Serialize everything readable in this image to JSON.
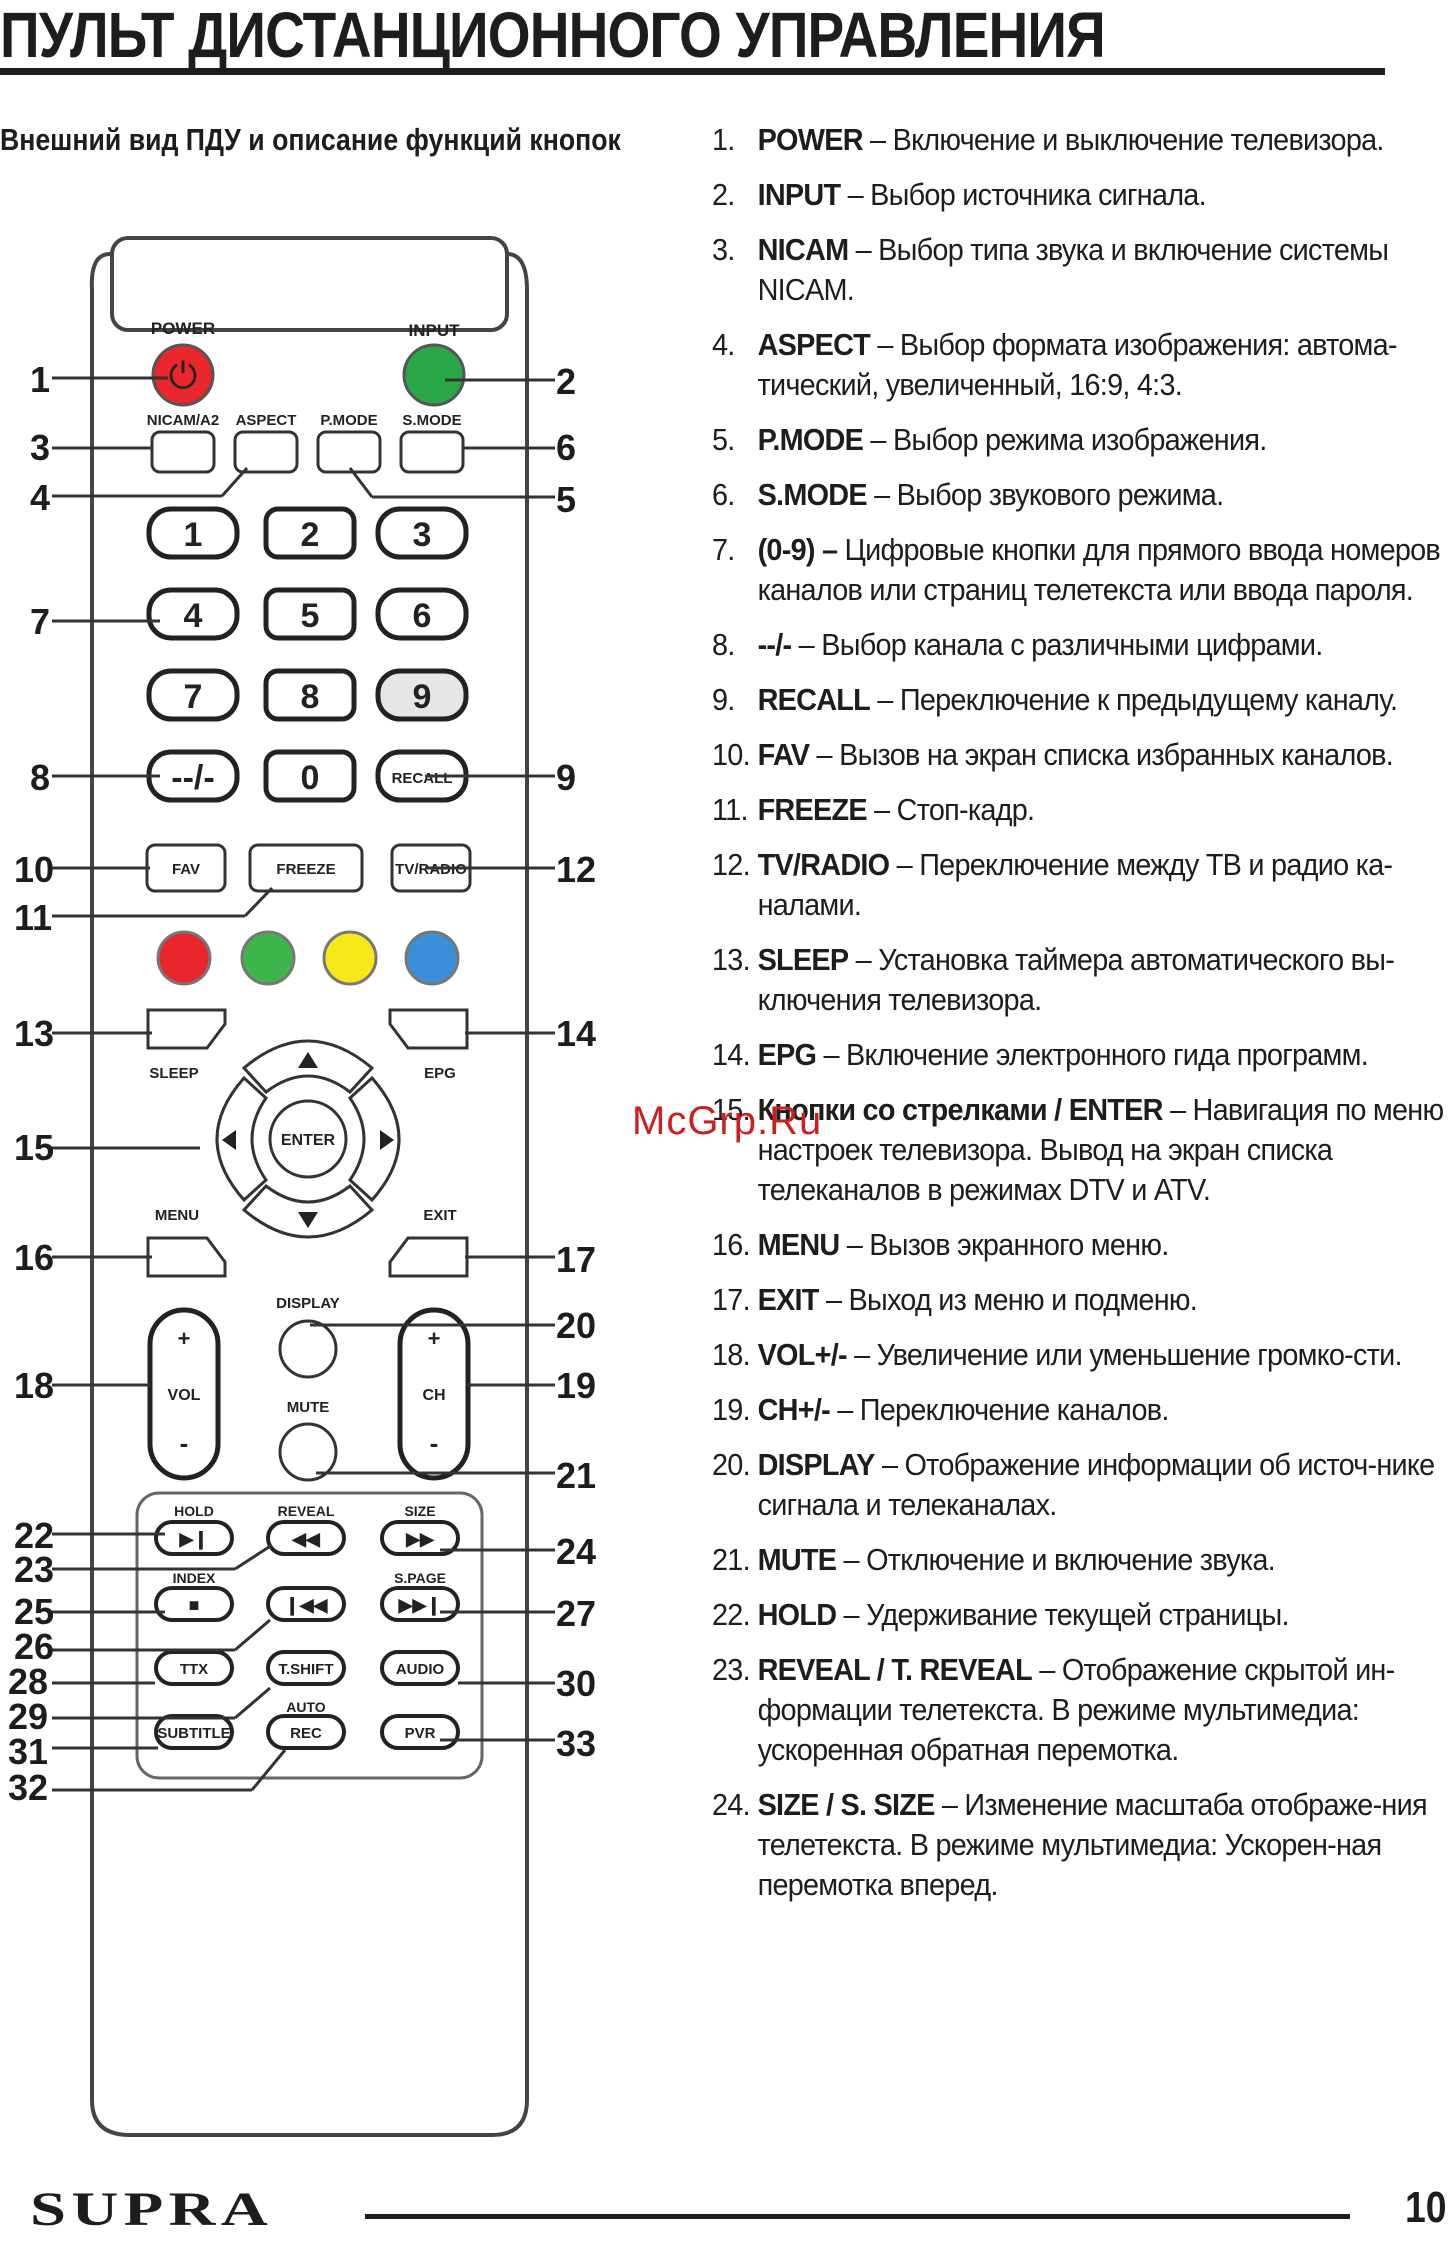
{
  "page": {
    "title": "ПУЛЬТ ДИСТАНЦИОННОГО УПРАВЛЕНИЯ",
    "subtitle": "Внешний вид ПДУ и описание функций кнопок",
    "watermark": "McGrp.Ru",
    "brand": "SUPRA",
    "page_number": "10"
  },
  "remote": {
    "labels": {
      "power": "POWER",
      "input": "INPUT",
      "nicam": "NICAM/A2",
      "aspect": "ASPECT",
      "pmode": "P.MODE",
      "smode": "S.MODE",
      "sleep": "SLEEP",
      "epg": "EPG",
      "menu": "MENU",
      "exit": "EXIT",
      "display": "DISPLAY",
      "mute": "MUTE",
      "hold": "HOLD",
      "reveal": "REVEAL",
      "size": "SIZE",
      "index": "INDEX",
      "spage": "S.PAGE",
      "auto": "AUTO"
    },
    "buttons": {
      "d1": "1",
      "d2": "2",
      "d3": "3",
      "d4": "4",
      "d5": "5",
      "d6": "6",
      "d7": "7",
      "d8": "8",
      "d9": "9",
      "dash": "--/-",
      "d0": "0",
      "recall": "RECALL",
      "fav": "FAV",
      "freeze": "FREEZE",
      "tvradio": "TV/RADIO",
      "enter": "ENTER",
      "vol": "VOL",
      "ch": "CH",
      "plus": "+",
      "minus": "-",
      "ttx": "TTX",
      "tshift": "T.SHIFT",
      "audio": "AUDIO",
      "subtitle": "SUBTITLE",
      "rec": "REC",
      "pvr": "PVR"
    },
    "callouts": {
      "c1": "1",
      "c2": "2",
      "c3": "3",
      "c4": "4",
      "c5": "5",
      "c6": "6",
      "c7": "7",
      "c8": "8",
      "c9": "9",
      "c10": "10",
      "c11": "11",
      "c12": "12",
      "c13": "13",
      "c14": "14",
      "c15": "15",
      "c16": "16",
      "c17": "17",
      "c18": "18",
      "c19": "19",
      "c20": "20",
      "c21": "21",
      "c22": "22",
      "c23": "23",
      "c24": "24",
      "c25": "25",
      "c26": "26",
      "c27": "27",
      "c28": "28",
      "c29": "29",
      "c30": "30",
      "c31": "31",
      "c32": "32",
      "c33": "33"
    },
    "colors": {
      "power": "#e8262b",
      "input": "#2aa746",
      "red": "#e8262b",
      "green": "#3db54a",
      "yellow": "#f7e81c",
      "blue": "#3b8fd8"
    }
  },
  "functions": [
    {
      "num": "1.",
      "key": "POWER",
      "text": " – Включение и выключение телевизора."
    },
    {
      "num": "2.",
      "key": "INPUT",
      "text": " – Выбор источника сигнала."
    },
    {
      "num": "3.",
      "key": "NICAM",
      "text": " – Выбор типа звука и включение системы NICAM."
    },
    {
      "num": "4.",
      "key": "ASPECT",
      "text": " – Выбор формата изображения: автома-тический, увеличенный, 16:9, 4:3."
    },
    {
      "num": "5.",
      "key": "P.MODE",
      "text": " – Выбор режима изображения."
    },
    {
      "num": "6.",
      "key": "S.MODE",
      "text": " – Выбор звукового режима."
    },
    {
      "num": "7.",
      "key": "(0-9) –",
      "text": " Цифровые кнопки для прямого ввода номеров каналов или страниц телетекста или ввода пароля."
    },
    {
      "num": "8.",
      "key": "--/-",
      "text": " – Выбор канала с различными цифрами."
    },
    {
      "num": "9.",
      "key": "RECALL",
      "text": " – Переключение к предыдущему каналу."
    },
    {
      "num": "10.",
      "key": " FAV",
      "text": " – Вызов на экран списка избранных каналов."
    },
    {
      "num": "11.",
      "key": "FREEZE",
      "text": " – Стоп-кадр."
    },
    {
      "num": "12.",
      "key": "TV/RADIO",
      "text": " – Переключение между ТВ и радио ка-налами."
    },
    {
      "num": "13.",
      "key": "SLEEP",
      "text": " – Установка таймера автоматического вы-ключения телевизора."
    },
    {
      "num": "14.",
      "key": "EPG",
      "text": " – Включение электронного гида программ."
    },
    {
      "num": "15.",
      "key": " Кнопки со стрелками / ENTER",
      "text": " – Навигация по меню настроек телевизора. Вывод на экран списка телеканалов в режимах DTV и ATV."
    },
    {
      "num": "16.",
      "key": "MENU",
      "text": " – Вызов экранного меню."
    },
    {
      "num": "17.",
      "key": "EXIT",
      "text": " – Выход из меню и подменю."
    },
    {
      "num": "18.",
      "key": "VOL+/-",
      "text": " – Увеличение или уменьшение громко-сти."
    },
    {
      "num": "19.",
      "key": "CH+/-",
      "text": " – Переключение каналов."
    },
    {
      "num": "20.",
      "key": "DISPLAY",
      "text": " – Отображение информации об источ-нике сигнала и телеканалах."
    },
    {
      "num": "21.",
      "key": "MUTE",
      "text": " – Отключение и включение звука."
    },
    {
      "num": "22.",
      "key": " HOLD",
      "text": "  – Удерживание текущей страницы."
    },
    {
      "num": "23.",
      "key": "REVEAL / T. REVEAL",
      "text": " – Отображение скрытой ин-формации телетекста. В режиме мультимедиа: ускоренная обратная перемотка."
    },
    {
      "num": "24.",
      "key": "SIZE / S. SIZE",
      "text": " – Изменение масштаба отображе-ния телетекста. В режиме мультимедиа: Ускорен-ная перемотка вперед."
    }
  ]
}
